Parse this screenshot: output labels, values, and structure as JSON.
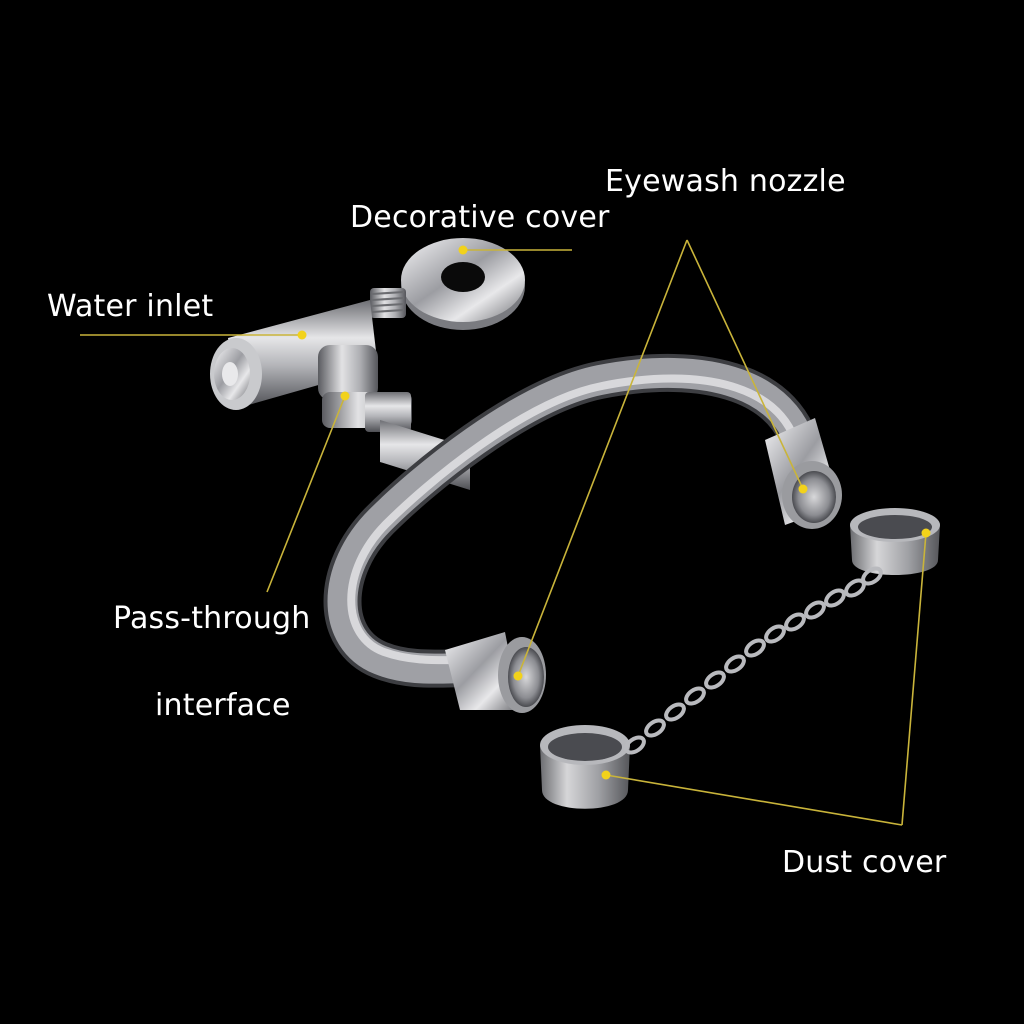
{
  "labels": {
    "eyewash_nozzle": "Eyewash nozzle",
    "decorative_cover": "Decorative cover",
    "water_inlet": "Water inlet",
    "pass_through_line1": "Pass-through",
    "pass_through_line2": "interface",
    "dust_cover": "Dust cover"
  },
  "colors": {
    "background": "#000000",
    "label_text": "#ffffff",
    "leader_line": "#c9b43a",
    "marker_dot": "#f2d21b",
    "steel_light": "#e4e4e6",
    "steel_mid": "#a8a9ad",
    "steel_dark": "#5a5b60"
  }
}
